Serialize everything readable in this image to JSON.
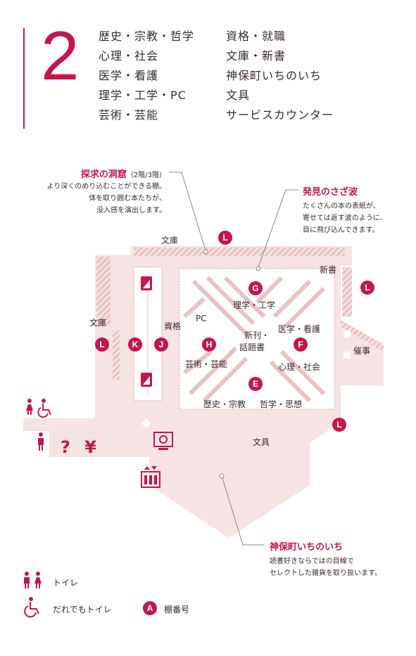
{
  "floor": {
    "number": "2",
    "categories_left": [
      "歴史・宗教・哲学",
      "心理・社会",
      "医学・看護",
      "理学・工学・PC",
      "芸術・芸能"
    ],
    "categories_right": [
      "資格・就職",
      "文庫・新書",
      "神保町いちのいち",
      "文具",
      "サービスカウンター"
    ]
  },
  "callouts": {
    "tankyu": {
      "title": "探求の洞窟",
      "floors": "（2階/3階）",
      "lines": [
        "より深くのめり込むことができる棚。",
        "体を取り囲む本たちが、",
        "没入感を演出します。"
      ]
    },
    "hakken": {
      "title": "発見のさざ波",
      "lines": [
        "たくさんの本の表紙が、",
        "寄せては返す波のように、",
        "目に飛び込んできます。"
      ]
    },
    "ichinoichi": {
      "title": "神保町いちのいち",
      "lines": [
        "読書好きならではの目線で",
        "セレクトした雑貨を取り扱います。"
      ]
    }
  },
  "map_labels": {
    "bunko_top": "文庫",
    "bunko_left": "文庫",
    "shinsho": "新書",
    "saiji": "催事",
    "bungu": "文具",
    "shikaku": "資格",
    "pc": "PC",
    "rigaku": "理学・工学",
    "shinkan": "新刊・",
    "wadaisho": "話題書",
    "igaku": "医学・看護",
    "geijutsu": "芸術・芸能",
    "shinri": "心理・社会",
    "rekishi": "歴史・宗教",
    "tetsugaku": "哲学・思想",
    "service": "? ¥"
  },
  "pins": {
    "L1": "L",
    "L2": "L",
    "L3": "L",
    "L4": "L",
    "G": "G",
    "H": "H",
    "F": "F",
    "E": "E",
    "K": "K",
    "J": "J"
  },
  "legend": {
    "toilet": "トイレ",
    "accessible": "だれでもトイレ",
    "shelf_mark": "A",
    "shelf": "棚番号"
  },
  "colors": {
    "accent": "#c0184a",
    "floor": "#f6e3e3",
    "hatch": "#e9c8c8"
  }
}
